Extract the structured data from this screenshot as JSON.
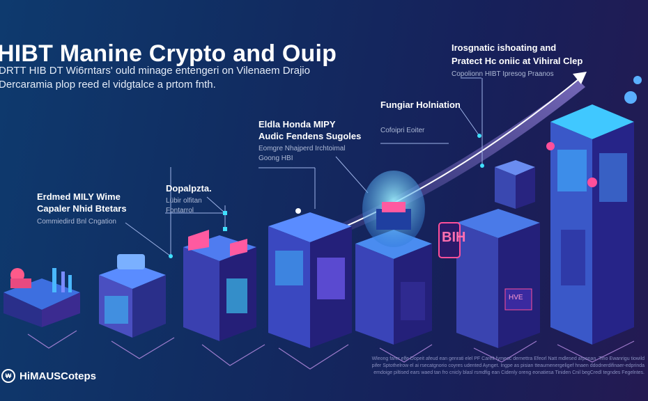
{
  "header": {
    "title": "HIBT Manine Crypto and Ouip",
    "subtitle_line1": "DRTT HIB DT Wi6rntars' ould minage entengeri on Vilenaem Drajio",
    "subtitle_line2": "Dercaramia plop reed el vidgtalce a prtom fnth."
  },
  "callouts": [
    {
      "heading1": "Erdmed MILY Wime",
      "heading2": "Capaler Nhid Btetars",
      "sub1": "Commiedird Bnl Cngation"
    },
    {
      "heading1": "Dopalpzta.",
      "sub1": "Lübir olfitan",
      "sub2": "Fontarrol"
    },
    {
      "heading1": "Eldla Honda MIPY",
      "heading2": "Audic Fendens Sugoles",
      "sub1": "Eomgre Nhajperd Irchtoimal",
      "sub2": "Goong HBI"
    },
    {
      "heading1": "Fungiar Holniation",
      "sub1": "Cofoipri Eoiter"
    },
    {
      "heading1": "Irosgnatic ishoating and",
      "heading2": "Pratect Hc oniic at Vihiral Clep",
      "sub1": "Copolionn HIBT Ipresog Praanos"
    }
  ],
  "machine_labels": [
    "BIH",
    "HVE"
  ],
  "footer": {
    "line1": "Wleong farer elfe Dopeit afeud ean genrati elel PF Carelt fymeoc dernettra Efeorl Natt mdlesed arponan. Tino Ewanrigu tiowild",
    "line2": "pifer Sptothelrow el ai rsecatgnorio coyres udented Aynget. Ingpe as pisian tteaumenergeligef hnaen ddodnerdifinaer-edprinda",
    "line3": "emdoige piltised ears waed tan fro cnicly blasl rsmdfig ean Cidenly oreng eonatiesa Tiniden Cnil begCredl tegndes Fegelntes."
  },
  "brand": {
    "name": "HiMAUSCoteps",
    "icon": "brand-logo-icon"
  },
  "colors": {
    "accent_cyan": "#2fd0ff",
    "accent_pink": "#ff4f9a",
    "accent_purple": "#9b7bff",
    "bg_left": "#0e3a6e",
    "bg_right": "#241a52"
  }
}
